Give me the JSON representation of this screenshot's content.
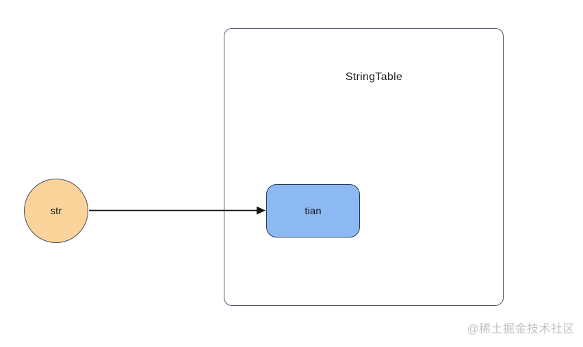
{
  "diagram": {
    "container": {
      "label": "StringTable",
      "border_color": "#50506E"
    },
    "variable_node": {
      "label": "str",
      "fill": "#FBD49B",
      "border_color": "#4A4A55",
      "shape": "circle"
    },
    "string_node": {
      "label": "tian",
      "fill": "#8DB9F2",
      "border_color": "#2A3A55",
      "shape": "rounded-rect"
    },
    "arrow": {
      "from": "str",
      "to": "tian",
      "color": "#141414"
    }
  },
  "watermark": {
    "text": "@稀土掘金技术社区",
    "color": "#C2C2C2"
  }
}
